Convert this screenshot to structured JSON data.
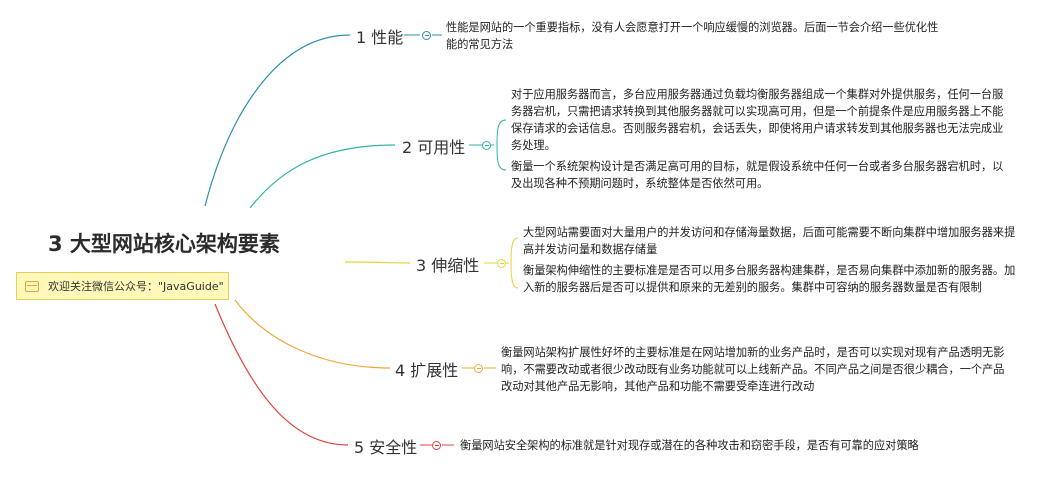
{
  "root": {
    "title": "3 大型网站核心架构要素"
  },
  "note": {
    "text": "欢迎关注微信公众号：\"JavaGuide\"",
    "icon": "note-icon"
  },
  "branches": [
    {
      "label": "1 性能",
      "color": "#2f8fb5",
      "details": [
        "性能是网站的一个重要指标，没有人会愿意打开一个响应缓慢的浏览器。后面一节会介绍一些优化性能的常见方法"
      ]
    },
    {
      "label": "2 可用性",
      "color": "#2fb5a5",
      "details": [
        "对于应用服务器而言，多台应用服务器通过负载均衡服务器组成一个集群对外提供服务，任何一台服务器宕机，只需把请求转换到其他服务器就可以实现高可用，但是一个前提条件是应用服务器上不能保存请求的会话信息。否则服务器宕机，会话丢失，即使将用户请求转发到其他服务器也无法完成业务处理。",
        "衡量一个系统架构设计是否满足高可用的目标，就是假设系统中任何一台或者多台服务器宕机时，以及出现各种不预期问题时，系统整体是否依然可用。"
      ]
    },
    {
      "label": "3 伸缩性",
      "color": "#e8d23a",
      "details": [
        "大型网站需要面对大量用户的并发访问和存储海量数据，后面可能需要不断向集群中增加服务器来提高并发访问量和数据存储量",
        "衡量架构伸缩性的主要标准是是否可以用多台服务器构建集群，是否易向集群中添加新的服务器。加入新的服务器后是否可以提供和原来的无差别的服务。集群中可容纳的服务器数量是否有限制"
      ]
    },
    {
      "label": "4 扩展性",
      "color": "#f0a73a",
      "details": [
        "衡量网站架构扩展性好坏的主要标准是在网站增加新的业务产品时，是否可以实现对现有产品透明无影响，不需要改动或者很少改动既有业务功能就可以上线新产品。不同产品之间是否很少耦合，一个产品改动对其他产品无影响，其他产品和功能不需要受牵连进行改动"
      ]
    },
    {
      "label": "5 安全性",
      "color": "#e0453a",
      "details": [
        "衡量网站安全架构的标准就是针对现存或潜在的各种攻击和窃密手段，是否有可靠的应对策略"
      ]
    }
  ]
}
